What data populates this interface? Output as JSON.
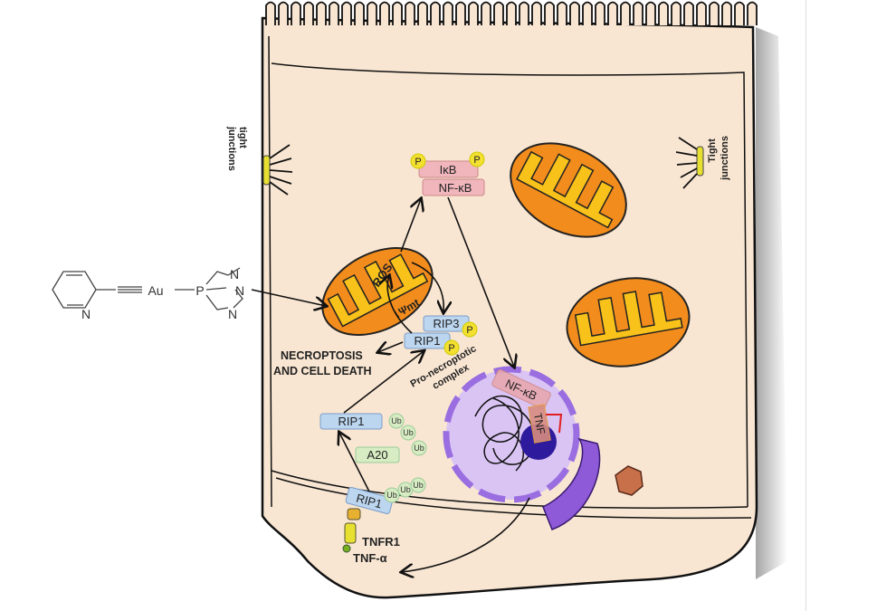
{
  "colors": {
    "cytoplasm": "#f9e6d2",
    "mito_outer": "#f28c1c",
    "mito_inner": "#f8c21a",
    "rip_box": "#bcd6f0",
    "nfkb_box": "#f0b6bc",
    "ub": "#d7ecc2",
    "phospho": "#f4e030",
    "nucleus": "#c8a8ee",
    "nucleolus": "#2e1a9c"
  },
  "labels": {
    "tight_junctions_left": [
      "tight",
      "junctions"
    ],
    "tight_junctions_right": [
      "Tight",
      "junctions"
    ],
    "ikb": "IκB",
    "nfkb": "NF-κB",
    "nfkb_nucleus": "NF-κB",
    "tnf_gene": "TNF",
    "ros": "ROS",
    "psi": "↓Ψmt",
    "rip3": "RIP3",
    "rip1_complex": "RIP1",
    "rip1_free": "RIP1",
    "rip1_receptor": "RIP1",
    "a20": "A20",
    "ub": "Ub",
    "phospho": "P",
    "necroptosis": [
      "NECROPTOSIS",
      "AND CELL DEATH"
    ],
    "pro_necroptotic": [
      "Pro-necroptotic",
      "complex"
    ],
    "tnfr1": "TNFR1",
    "tnf_alpha": "TNF-α"
  },
  "compound": {
    "au": "Au",
    "p": "P",
    "n": "N"
  }
}
